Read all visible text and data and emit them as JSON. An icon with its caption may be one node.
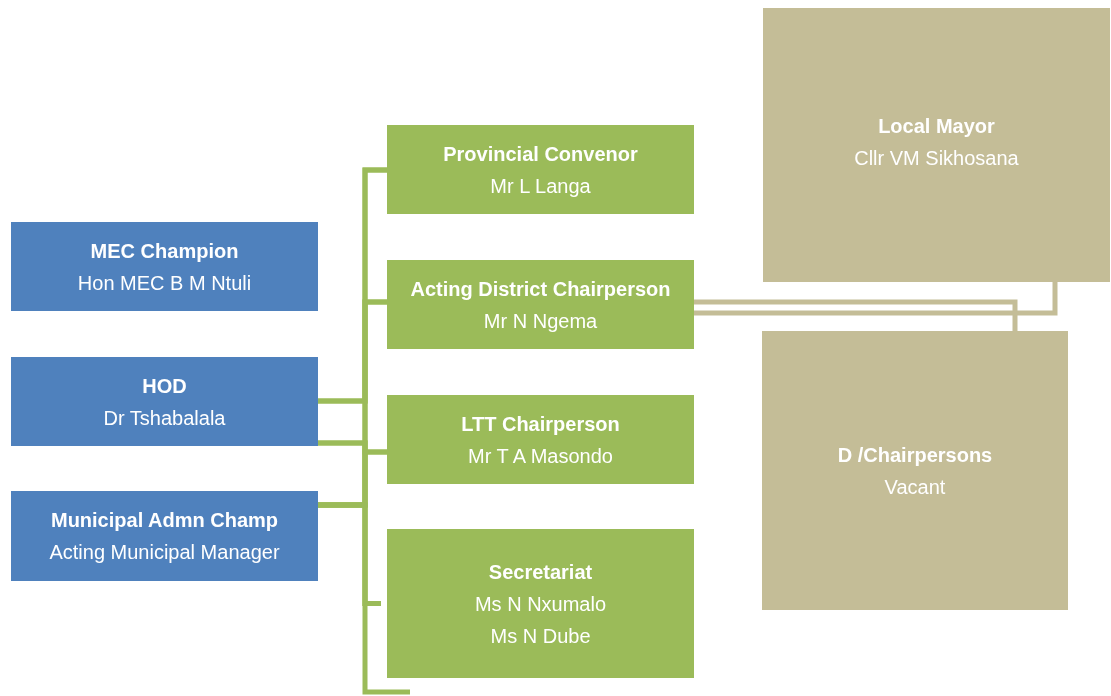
{
  "diagram": {
    "nodes": [
      {
        "text": [
          "MEC Champion",
          "Hon MEC B M Ntuli"
        ]
      },
      {
        "text": [
          "HOD",
          "Dr Tshabalala"
        ]
      },
      {
        "text": [
          "Municipal Admn Champ",
          "Acting Municipal Manager"
        ]
      },
      {
        "text": [
          "Provincial Convenor",
          "Mr L Langa"
        ]
      },
      {
        "text": [
          "Acting District Chairperson",
          "Mr N Ngema"
        ]
      },
      {
        "text": [
          "LTT Chairperson",
          "Mr T A Masondo"
        ]
      },
      {
        "text": [
          "Secretariat",
          "Ms N Nxumalo",
          "Ms N Dube"
        ]
      },
      {
        "text": [
          "Local Mayor",
          "Cllr VM Sikhosana"
        ]
      },
      {
        "text": [
          "D /Chairpersons",
          "Vacant"
        ]
      }
    ],
    "edges": [
      {
        "from": 1,
        "to": 3,
        "arrow": "none"
      },
      {
        "from": 1,
        "to": 4,
        "arrow": "none"
      },
      {
        "from": 1,
        "to": 5,
        "arrow": "none"
      },
      {
        "from": 1,
        "to": 6,
        "arrow": "none"
      },
      {
        "from": 2,
        "to": 3,
        "arrow": "none"
      },
      {
        "from": 2,
        "to": 4,
        "arrow": "none"
      },
      {
        "from": 2,
        "to": 5,
        "arrow": "none"
      },
      {
        "from": 2,
        "to": 6,
        "arrow": "none"
      },
      {
        "from": 2,
        "to": null,
        "arrow": "none"
      },
      {
        "from": 4,
        "to": 7,
        "arrow": "none",
        "color": "#c4bd97"
      },
      {
        "from": 4,
        "to": 8,
        "arrow": "none",
        "color": "#c4bd97"
      }
    ]
  }
}
